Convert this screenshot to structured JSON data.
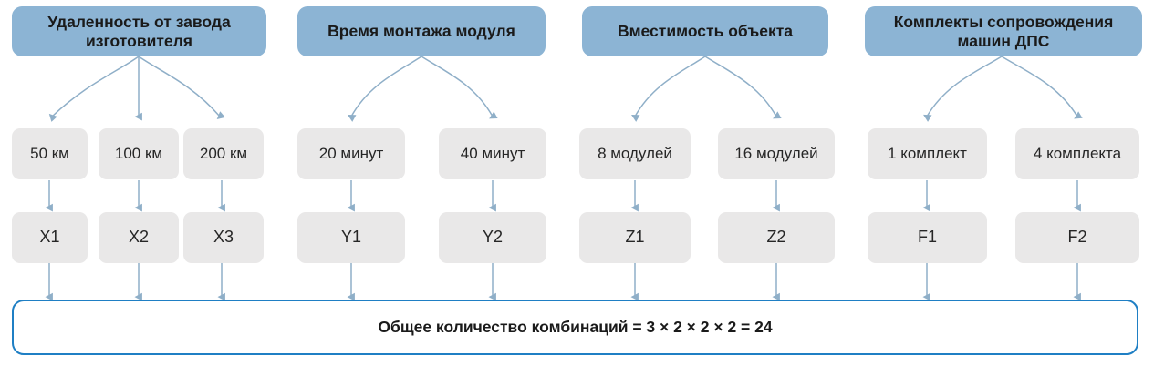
{
  "diagram": {
    "type": "factorial-combination-tree",
    "accent_color": "#8CB4D4",
    "node_color": "#E9E8E8",
    "summary_border_color": "#1F7FC4",
    "connector_color": "#8FAFC8",
    "groups": [
      {
        "header": "Удаленность от завода изготовителя",
        "options": [
          {
            "value": "50 км",
            "code": "X1"
          },
          {
            "value": "100 км",
            "code": "X2"
          },
          {
            "value": "200 км",
            "code": "X3"
          }
        ],
        "count": 3
      },
      {
        "header": "Время монтажа модуля",
        "options": [
          {
            "value": "20 минут",
            "code": "Y1"
          },
          {
            "value": "40 минут",
            "code": "Y2"
          }
        ],
        "count": 2
      },
      {
        "header": "Вместимость объекта",
        "options": [
          {
            "value": "8 модулей",
            "code": "Z1"
          },
          {
            "value": "16 модулей",
            "code": "Z2"
          }
        ],
        "count": 2
      },
      {
        "header": "Комплекты сопровождения машин ДПС",
        "options": [
          {
            "value": "1 комплект",
            "code": "F1"
          },
          {
            "value": "4 комплекта",
            "code": "F2"
          }
        ],
        "count": 2
      }
    ],
    "summary": "Общее количество комбинаций = 3 × 2 × 2 × 2 = 24"
  }
}
